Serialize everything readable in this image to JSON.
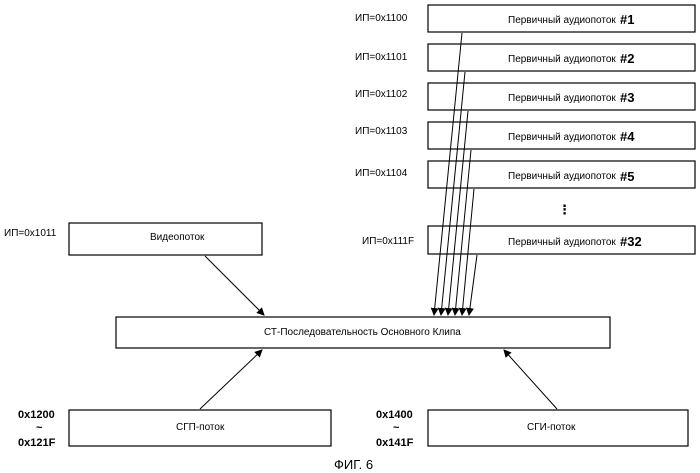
{
  "audio_streams": [
    {
      "pid": "ИП=0x1100",
      "label": "Первичный аудиопоток",
      "num": "#1"
    },
    {
      "pid": "ИП=0x1101",
      "label": "Первичный аудиопоток",
      "num": "#2"
    },
    {
      "pid": "ИП=0x1102",
      "label": "Первичный аудиопоток",
      "num": "#3"
    },
    {
      "pid": "ИП=0x1103",
      "label": "Первичный аудиопоток",
      "num": "#4"
    },
    {
      "pid": "ИП=0x1104",
      "label": "Первичный аудиопоток",
      "num": "#5"
    },
    {
      "pid": "ИП=0x111F",
      "label": "Первичный аудиопоток",
      "num": "#32"
    }
  ],
  "ellipsis": "⋮",
  "video": {
    "pid": "ИП=0x1011",
    "label": "Видеопоток"
  },
  "main_clip": {
    "label": "СТ-Последовательность Основного Клипа"
  },
  "pg_stream": {
    "label": "СГП-поток",
    "range_start": "0x1200",
    "tilde": "~",
    "range_end": "0x121F"
  },
  "ig_stream": {
    "label": "СГИ-поток",
    "range_start": "0x1400",
    "tilde": "~",
    "range_end": "0x141F"
  },
  "figure_caption": "ФИГ. 6"
}
